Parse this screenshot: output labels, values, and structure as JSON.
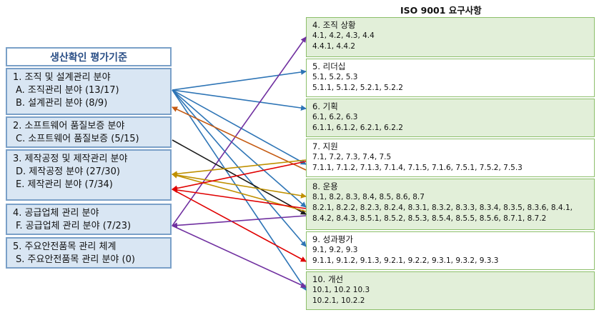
{
  "right_title": "ISO 9001 요구사항",
  "left_title": "생산확인 평가기준",
  "left_groups": [
    {
      "head": "1.  조직 및 설계관리 분야",
      "items": [
        "A. 조직관리 분야 (13/17)",
        "B. 설계관리 분야 (8/9)"
      ]
    },
    {
      "head": "2. 소프트웨어 품질보증 분야",
      "items": [
        "C. 소프트웨어 품질보증 (5/15)"
      ]
    },
    {
      "head": "3. 제작공정 및 제작관리 분야",
      "items": [
        "D. 제작공정 분야 (27/30)",
        "E. 제작관리 분야 (7/34)"
      ]
    },
    {
      "head": "4. 공급업체 관리 분야",
      "items": [
        "F. 공급업체 관리 분야 (7/23)"
      ]
    },
    {
      "head": "5. 주요안전품목 관리 체계",
      "items": [
        "S. 주요안전품목 관리 분야 (0)"
      ]
    }
  ],
  "right_groups": [
    {
      "head": "4. 조직 상황",
      "lines": [
        "4.1, 4.2, 4.3, 4.4",
        "4.4.1, 4.4.2"
      ]
    },
    {
      "head": "5. 리더십",
      "lines": [
        "5.1, 5.2, 5.3",
        "5.1.1, 5.1.2, 5.2.1, 5.2.2"
      ]
    },
    {
      "head": "6. 기획",
      "lines": [
        "6.1, 6.2, 6.3",
        "6.1.1, 6.1.2, 6.2.1, 6.2.2"
      ]
    },
    {
      "head": "7. 지원",
      "lines": [
        "7.1, 7.2, 7.3, 7.4, 7.5",
        "7.1.1, 7.1.2, 7.1.3, 7.1.4, 7.1.5, 7.1.6, 7.5.1, 7.5.2, 7.5.3"
      ]
    },
    {
      "head": "8. 운용",
      "lines": [
        "8.1, 8.2, 8.3, 8.4, 8.5, 8.6, 8.7",
        "8.2.1, 8.2.2, 8.2.3, 8.2.4, 8.3.1, 8.3.2, 8.3.3, 8.3.4, 8.3.5, 8.3.6, 8.4.1,",
        "8.4.2, 8.4.3, 8.5.1, 8.5.2, 8.5.3, 8.5.4, 8.5.5, 8.5.6, 8.7.1, 8.7.2"
      ]
    },
    {
      "head": "9. 성과평가",
      "lines": [
        "9.1, 9.2, 9.3",
        "9.1.1, 9.1.2, 9.1.3, 9.2.1, 9.2.2, 9.3.1, 9.3.2, 9.3.3"
      ]
    },
    {
      "head": "10. 개선",
      "lines": [
        "10.1, 10.2 10.3",
        "10.2.1, 10.2.2"
      ]
    }
  ],
  "colors": {
    "blue": "#2e75b6",
    "orange": "#c55a11",
    "black": "#1a1a1a",
    "gold": "#bf9000",
    "red": "#e00000",
    "purple": "#7030a0"
  },
  "mappings": [
    {
      "from": 0,
      "to": 1,
      "color": "blue"
    },
    {
      "from": 0,
      "to": 2,
      "color": "blue"
    },
    {
      "from": 0,
      "to": 3,
      "color": "blue"
    },
    {
      "from": 0,
      "to": 4,
      "color": "blue"
    },
    {
      "from": 0,
      "to": 5,
      "color": "blue"
    },
    {
      "from": 0,
      "to": 6,
      "color": "blue"
    },
    {
      "from": 4,
      "to": 0,
      "color": "purple"
    },
    {
      "from": 0,
      "to": 7,
      "color": "orange"
    },
    {
      "from": 1,
      "to": 8,
      "color": "black"
    },
    {
      "from": 3,
      "to": 9,
      "color": "gold"
    },
    {
      "from": 3,
      "to": 10,
      "color": "red"
    },
    {
      "from": 2,
      "to": 11,
      "color": "gold"
    },
    {
      "from": 2,
      "to": 12,
      "color": "red"
    },
    {
      "from": 3,
      "to": 13,
      "color": "purple"
    }
  ]
}
